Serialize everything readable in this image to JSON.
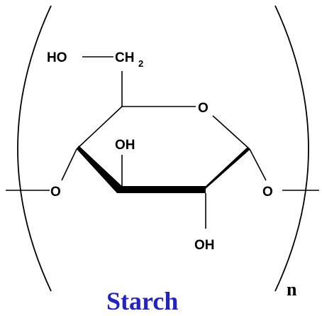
{
  "diagram": {
    "atoms": {
      "ho_ch2_left": "HO",
      "ch2_main": "CH",
      "ch2_subscript": "2",
      "ring_oxygen": "O",
      "oh_top": "OH",
      "oh_bottom": "OH",
      "link_o_left": "O",
      "link_o_right": "O"
    },
    "repeat_subscript": "n",
    "caption": "Starch",
    "colors": {
      "caption": "#2222cc",
      "lines": "#000000",
      "background": "#ffffff"
    }
  }
}
